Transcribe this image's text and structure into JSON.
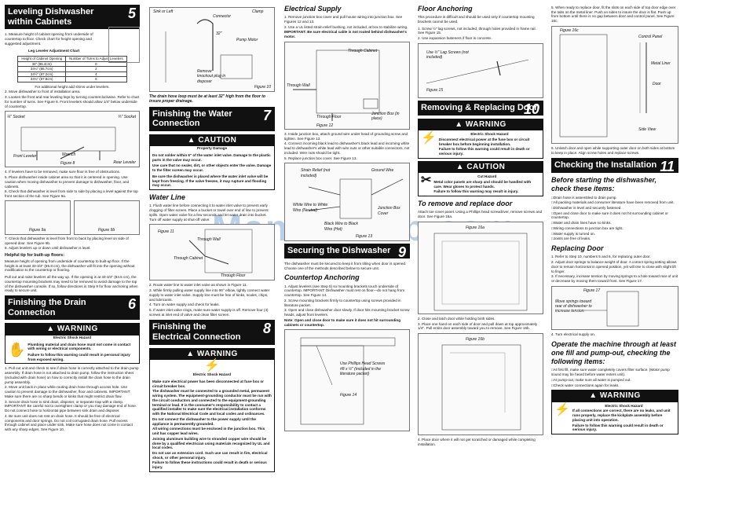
{
  "watermark": "ManualsLib.com",
  "col1": {
    "s5": {
      "title": "Leveling Dishwasher within Cabinets",
      "num": "5"
    },
    "s5_items": [
      "1. Measure height of cabinet opening from underside of countertop to floor. Check chart for height opening and suggested adjustment.",
      "2. Move dishwasher to front of installation area.",
      "3. Loosen the front and rear leveling legs by turning counterclockwise. Refer to chart for number of turns. See Figure 8. Front levelers should allow 1/4\" below underside of countertop."
    ],
    "table_title": "Leg Leveler Adjustment Chart",
    "table_head": [
      "Height of Cabinet Opening",
      "Number of Turns to Adjust Levelers"
    ],
    "table_rows": [
      [
        "34\" (86.4cm)",
        "0"
      ],
      [
        "34¼\" (86.7cm)",
        "2"
      ],
      [
        "34½\" (87.2cm)",
        "4"
      ],
      [
        "34¾\" (87.8cm)",
        "6"
      ]
    ],
    "table_note": "For additional height add shims under levelers.",
    "fig8": {
      "caption": "Figure 8",
      "l1": "¼\" Socket",
      "l2": "⅔\" Socket",
      "l3": "Front Leveler",
      "l4": "Wrench",
      "l5": "Rear Leveler"
    },
    "s5_items2": [
      "4. If levelers have to be removed, make sure floor is free of obstructions.",
      "5. Place dishwasher inside cabinet area so that it is centered in opening. Use caution when moving dishwasher to prevent damage to dishwasher, floor, and cabinets.",
      "6. Check that dishwasher is level from side to side by placing a level against the top front section of the tub. See Figure 9a."
    ],
    "fig9a": "Figure 9a",
    "fig9b": "Figure 9b",
    "s5_items3": [
      "7. Check that dishwasher is level from front to back by placing level on side of opened door. See Figure 9b.",
      "8. Adjust levelers up or down until dishwasher is level."
    ],
    "helpful_title": "Helpful tip for built-up floors:",
    "helpful_text": [
      "Measure height of opening from underside of countertop to built-up floor. If the height is at least 33-3/4\" (85.8 cm), the dishwasher will fit into the opening without modification to the countertop or flooring.",
      "Pull out and raise levelers all the way up. If the opening is at 33-3/4\" (84.5 cm), the countertop mounting brackets may need to be removed to avoid damage to the top of the dishwasher console. If so, follow directions in Step 9 for floor anchoring when ready to secure unit."
    ],
    "s6": {
      "title": "Finishing the Drain Connection",
      "num": "6"
    },
    "warning": "WARNING",
    "shock": "Electric Shock Hazard",
    "s6_warn": [
      "Plumbing material and drain hose must not come in contact with wiring or electrical components.",
      "Failure to follow this warning could result in personal injury from exposed wiring."
    ],
    "s6_items": [
      "1. Pull out unit and check to see if drain hose is correctly attached to the drain pump assembly. If drain hose is not attached to drain pump, follow the instruction sheet (included with drain hose) on how to correctly install the drain hose to the drain pump assembly.",
      "2. Move unit back in place while routing drain hose through access hole. Use caution to prevent damage to the dishwasher, floor and cabinets. IMPORTANT: Make sure there are no sharp bends or kinks that might restrict drain flow.",
      "3. Secure drain hose to sink drain, disposer, or separate trap with a clamp. IMPORTANT: Be careful not to overtighten clamp or you may damage end of hose. Do not connect hose to horizontal pipe between sink drain and disposer.",
      "4. Be sure unit does not rest on drain hose. It should be free of electrical components and door springs. Do not coil corrugated drain hose. Pull excess through cabinet and place under sink. Make sure hose does not come in contact with any sharp edges. See Figure 10."
    ]
  },
  "col2": {
    "fig10": {
      "caption": "Figure 10",
      "l1": "Sink or Left",
      "l2": "Connector",
      "l3": "Clamp",
      "l4": "32\"",
      "l5": "Pump Motor",
      "l6": "Remove knockout plug in disposer",
      "note": "The drain hose loop must be at least 32\" high from the floor to insure proper drainage."
    },
    "s7": {
      "title": "Finishing the Water Connection",
      "num": "7"
    },
    "caution": "CAUTION",
    "prop": "Property Damage",
    "s7_caution": [
      "Do not solder within 6\" of the water inlet valve. Damage to the plastic parts in the valve may occur.",
      "Use care that no sealer, dirt, or other objects enter the valve. Damage to the filter screen may occur.",
      "Be sure the dishwasher is placed where the water inlet valve will be kept from freezing. If the valve freezes, it may rupture and flooding may occur."
    ],
    "water_title": "Water Line",
    "water_items": [
      "1. Flush water line before connecting it to water inlet valve to prevent early clogging of filter screen. Place a bucket or towel over end of line to prevent spills. Open water valve for a few seconds and let water drain into bucket. Turn off water supply at shut-off valve."
    ],
    "fig11": {
      "caption": "Figure 11",
      "l1": "Through Wall",
      "l2": "Through Cabinet",
      "l3": "Through Floor"
    },
    "water_items2": [
      "2. Route water line to water inlet valve as shown in Figure 11.",
      "3. While firmly pulling water supply line into 90° elbow, tightly connect water supply to water inlet valve. Supply line must be free of kinks, scales, chips, and lubricants.",
      "4. Turn on water supply and check for leaks.",
      "5. If water inlet valve clogs, make sure water supply is off. Remove four (4) screws at inlet end of valve and clean filter screen."
    ],
    "s8": {
      "title": "Finishing the Electrical Connection",
      "num": "8"
    },
    "s8_warn": [
      "Make sure electrical power has been disconnected at fuse box or circuit breaker box.",
      "The dishwasher must be connected to a grounded metal, permanent wiring system. The equipment-grounding conductor must be run with the circuit conductors and connected to the equipment-grounding terminal or lead. It is the consumer's responsibility to contact a qualified installer to make sure the electrical installation conforms with the National Electrical Code and local codes and ordinances.",
      "Do not connect the dishwasher to the power supply until the appliance is permanently grounded.",
      "All wiring connections must be enclosed in the junction box. This unit has copper lead wires.",
      "Joining aluminum building wire to stranded copper wire should be done by a qualified electrician using materials recognized by UL and local codes.",
      "Do not use an extension cord. Such use can result in fire, electrical shock, or other personal injury.",
      "Failure to follow these instructions could result in death or serious injury."
    ]
  },
  "col3": {
    "elec_title": "Electrical Supply",
    "elec_items": [
      "1. Remove junction box cover and pull house wiring into junction box. See Figures 12 and 13.",
      "2. Use a UL listed strain-relief bushing, not included, at box to stabilize wiring."
    ],
    "elec_imp": "IMPORTANT: Be sure electrical cable is not routed behind dishwasher's motor.",
    "fig12": {
      "caption": "Figure 12",
      "l1": "Through Wall",
      "l2": "Through Cabinet",
      "l3": "Through Floor",
      "l4": "Junction Box (in place)"
    },
    "elec_items2": [
      "3. Inside junction box, attach ground wire under head of grounding screw and tighten. See Figure 13.",
      "4. Connect incoming black lead to dishwasher's black lead and incoming white lead to dishwasher's white lead with wire nuts or other suitable connectors, not included. Wire nuts should be tight.",
      "5. Replace junction box cover. See Figure 13."
    ],
    "fig13": {
      "caption": "Figure 13",
      "l1": "Strain Relief (not included)",
      "l2": "Ground Wire",
      "l3": "White Wire to White Wire (Neutral)",
      "l4": "Black Wire to Black Wire (Hot)",
      "l5": "Junction Box Cover"
    },
    "s9": {
      "title": "Securing the Dishwasher",
      "num": "9"
    },
    "s9_text": "The dishwasher must be secured to keep it from tilting when door is opened. Choose one of the methods described below to secure unit.",
    "ct_title": "Countertop Anchoring",
    "ct_items": [
      "1. Adjust levelers (see Step 5) so mounting brackets touch underside of countertop. IMPORTANT: Dishwasher must rest on floor—do not hang from countertop. See Figure 14.",
      "2. Screw mounting brackets firmly to countertop using screws provided in literature packet.",
      "3. Open and close dishwasher door slowly. If door hits mounting bracket screw heads, adjust front levelers."
    ],
    "ct_note": "Note: Open and close door to make sure it does not hit surrounding cabinets or countertop.",
    "fig14": {
      "caption": "Figure 14",
      "l1": "Use Phillips Head Screws #8 x ½\" (included in the literature packet)"
    }
  },
  "col4": {
    "floor_title": "Floor Anchoring",
    "floor_text": "This procedure is difficult and should be used only if countertop mounting brackets cannot be used.",
    "floor_items": [
      "1. Screw ½\" lag screws, not included, through holes provided in frame rail. See Figure 15.",
      "2. Use expansion fasteners if floor is concrete."
    ],
    "fig15": {
      "caption": "Figure 15",
      "l1": "Use ½\" Lag Screws (not included)"
    },
    "s10": {
      "title": "Removing & Replacing Door",
      "num": "10"
    },
    "s10_warn": [
      "Disconnect electrical power at the fuse box or circuit breaker box before beginning installation.",
      "Failure to follow this warning could result in death or serious injury."
    ],
    "cut": "Cut Hazard",
    "s10_caution": [
      "Metal color panels are sharp and should be handled with care. Wear gloves to protect hands.",
      "Failure to follow this warning may result in injury."
    ],
    "remove_title": "To remove and replace door",
    "remove_text": "Attach toe cover panel. Using a Phillips head screwdriver, remove screws and door. See Figure 16a.",
    "fig16a": "Figure 16a",
    "s10_items": [
      "2. Close and latch door while holding both sides.",
      "3. Place one hand on each side of door and pull down at top approximately 1/4\". Pull entire door assembly toward you to remove. See Figure 16b."
    ],
    "fig16b": "Figure 16b",
    "s10_items2": [
      "4. Place door where it will not get scratched or damaged while completing installation."
    ]
  },
  "col5": {
    "s10_items3": [
      "5. When ready to replace door, fit the slots on each side of top door edge over the tabs on the metal liner. Push on sides to insure the door is flat. Push up from bottom until there is no gap between door and control panel. See Figure 16c."
    ],
    "fig16c": {
      "caption": "Figure 16c",
      "l1": "Control Panel",
      "l2": "Metal Liner",
      "l3": "Door",
      "l4": "Side View"
    },
    "s10_items4": [
      "6. Unlatch door and open while supporting outer door on both sides at bottom to keep in place. Align screw holes and replace screws."
    ],
    "s11": {
      "title": "Checking the Installation",
      "num": "11"
    },
    "before_title": "Before starting the dishwasher, check these items:",
    "checks": [
      "Drain hose is assembled to drain pump.",
      "All packing materials and consumer literature have been removed from unit.",
      "Dishwasher is level and securely fastened.",
      "Open and close door to make sure it does not hit surrounding cabinet or countertop.",
      "Water and drain lines have no kinks.",
      "Wiring connections to junction box are tight.",
      "Water supply is turned on.",
      "Joints are free of leaks."
    ],
    "replace_title": "Replacing Door",
    "replace_items": [
      "1. Refer to Step 10, numbers 5 and 6, for replacing outer door.",
      "2. Adjust door springs to balance weight of door. A correct spring setting allows door to remain horizontal in opened position, yet will rise to close with slight lift to finger.",
      "3. If necessary, increase tension by moving springs to a hole toward rear of unit or decrease by moving them toward front. See Figure 17."
    ],
    "fig17": {
      "caption": "Figure 17",
      "l1": "Move springs toward rear of dishwasher to increase tension."
    },
    "replace_items2": [
      "4. Turn electrical supply on."
    ],
    "operate_title": "Operate the machine through at least one fill and pump-out, checking the following items:",
    "checks2": [
      "At first fill, make sure water completely covers filter surface. (Motor pump sound may be heard before water enters unit).",
      "At pump-out, make sure all water is pumped out.",
      "Check water connections again for leaks."
    ],
    "s11_warn": [
      "If all connections are correct, there are no leaks, and unit runs properly, replace the kickplate assembly before placing unit into operation.",
      "Failure to follow this warning could result in death or serious injury."
    ]
  }
}
